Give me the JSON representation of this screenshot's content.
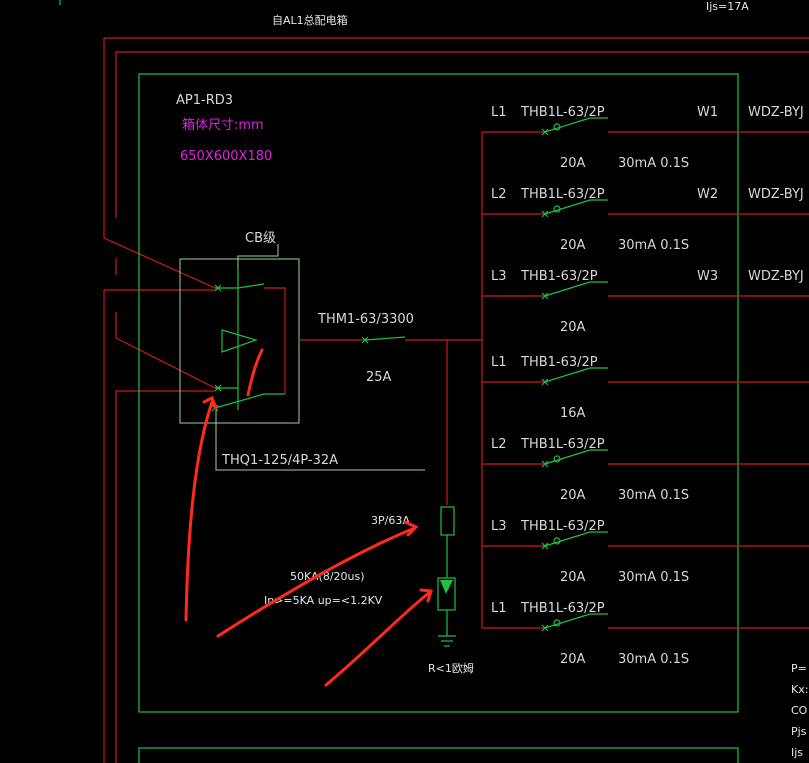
{
  "header": {
    "source_label": "自AL1总配电箱",
    "ljs_top": "Ijs=17A"
  },
  "box": {
    "name": "AP1-RD3",
    "size_label": "箱体尺寸:mm",
    "size_value": "650X600X180",
    "cb_label": "CB级"
  },
  "main_switch": {
    "model": "THQ1-125/4P-32A"
  },
  "incoming": {
    "model": "THM1-63/3300",
    "rating": "25A"
  },
  "spd": {
    "fuse": "3P/63A",
    "spec1": "50KA(8/20us)",
    "spec2": "In>=5KA  up=<1.2KV",
    "ground": "R<1欧姆"
  },
  "circuits": [
    {
      "phase": "L1",
      "model": "THB1L-63/2P",
      "rating": "20A",
      "rcd": "30mA 0.1S",
      "id": "W1",
      "cable": "WDZ-BYJ"
    },
    {
      "phase": "L2",
      "model": "THB1L-63/2P",
      "rating": "20A",
      "rcd": "30mA 0.1S",
      "id": "W2",
      "cable": "WDZ-BYJ"
    },
    {
      "phase": "L3",
      "model": "THB1-63/2P",
      "rating": "20A",
      "rcd": "",
      "id": "W3",
      "cable": "WDZ-BYJ"
    },
    {
      "phase": "L1",
      "model": "THB1-63/2P",
      "rating": "16A",
      "rcd": "",
      "id": "",
      "cable": ""
    },
    {
      "phase": "L2",
      "model": "THB1L-63/2P",
      "rating": "20A",
      "rcd": "30mA 0.1S",
      "id": "",
      "cable": ""
    },
    {
      "phase": "L3",
      "model": "THB1L-63/2P",
      "rating": "20A",
      "rcd": "30mA 0.1S",
      "id": "",
      "cable": ""
    },
    {
      "phase": "L1",
      "model": "THB1L-63/2P",
      "rating": "20A",
      "rcd": "30mA 0.1S",
      "id": "",
      "cable": ""
    }
  ],
  "calc_table": {
    "rows": [
      "P=",
      "Kx:",
      "CO",
      "Pjs",
      "Ijs"
    ]
  },
  "colors": {
    "background": "#000000",
    "wire": "#d01818",
    "frame": "#20c040",
    "annotation": "#ff2a1a",
    "magenta": "#e020e0"
  }
}
